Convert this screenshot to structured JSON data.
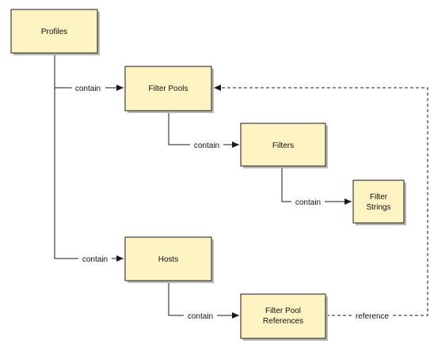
{
  "nodes": {
    "profiles": [
      "Profiles"
    ],
    "filter_pools": [
      "Filter Pools"
    ],
    "filters": [
      "Filters"
    ],
    "filter_strings": [
      "Filter",
      "Strings"
    ],
    "hosts": [
      "Hosts"
    ],
    "filter_pool_references": [
      "Filter Pool",
      "References"
    ]
  },
  "edges": {
    "profiles_filter_pools": "contain",
    "filter_pools_filters": "contain",
    "filters_filter_strings": "contain",
    "profiles_hosts": "contain",
    "hosts_filter_pool_references": "contain",
    "filter_pool_references_filter_pools": "reference"
  }
}
